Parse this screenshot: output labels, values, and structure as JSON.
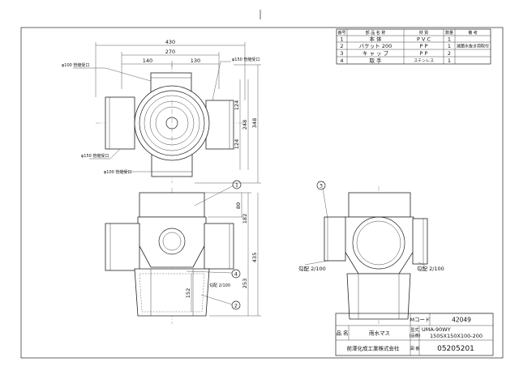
{
  "parts_table": {
    "headers": [
      "番号",
      "部 品 名 称",
      "材 質",
      "数量",
      "備 考"
    ],
    "rows": [
      {
        "no": "1",
        "name": "本 体",
        "material": "P V C",
        "qty": "1",
        "note": ""
      },
      {
        "no": "2",
        "name": "バケット 200",
        "material": "P P",
        "qty": "1",
        "note": "滅菌水抜き用取付"
      },
      {
        "no": "3",
        "name": "キ ャ ッ プ",
        "material": "P P",
        "qty": "2",
        "note": ""
      },
      {
        "no": "4",
        "name": "取 手",
        "material": "ステンレス",
        "qty": "1",
        "note": ""
      }
    ]
  },
  "top_view": {
    "dims": {
      "overall": "430",
      "inner": "270",
      "left": "140",
      "right": "130",
      "half_top": "124",
      "half_bottom": "124",
      "sum": "248",
      "total": "348"
    },
    "labels": {
      "inlet_left_top": "φ100 管継受口",
      "inlet_right": "φ150 管継受口",
      "inlet_left_bottom": "φ150 管継受口",
      "inlet_bottom": "φ100 管継受口"
    }
  },
  "front_view": {
    "dims": {
      "top": "80",
      "mid": "182",
      "total": "435",
      "lower": "253",
      "bucket": "152"
    },
    "slope": "勾配 2/100",
    "balloons": [
      "1",
      "4",
      "2"
    ]
  },
  "side_view": {
    "slope_left": "勾配 2/100",
    "slope_right": "勾配 2/100",
    "balloon": "3"
  },
  "title_block": {
    "m_code_label": "Mコード",
    "m_code": "42049",
    "model_label_1": "型式",
    "model_label_2": "(品番)",
    "model": "UMA-90WY",
    "spec": "150SX150X100-200",
    "name_label": "品 名",
    "name": "雨水マス",
    "company": "前澤化成工業株式会社",
    "drawing_no_label": "図 番",
    "drawing_no": "05205201"
  }
}
